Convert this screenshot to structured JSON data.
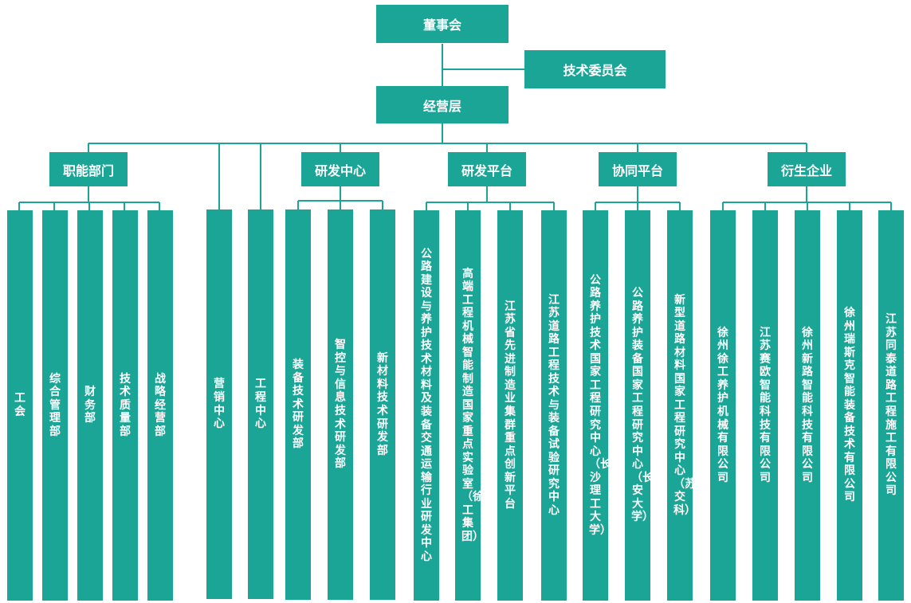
{
  "colors": {
    "box_fill": "#1aa596",
    "box_text": "#ffffff",
    "connector": "#1aa596"
  },
  "board": "董事会",
  "tech_committee": "技术委员会",
  "management": "经营层",
  "functional": {
    "label": "职能部门",
    "items": [
      "工会",
      "综合管理部",
      "财务部",
      "技术质量部",
      "战略经营部"
    ]
  },
  "standalone": [
    "营销中心",
    "工程中心"
  ],
  "rd_center": {
    "label": "研发中心",
    "items": [
      "装备技术研发部",
      "智控与信息技术研发部",
      "新材料技术研发部"
    ]
  },
  "rd_platform": {
    "label": "研发平台",
    "items": [
      "公路建设与养护技术材料及装备交通运输行业研发中心",
      "高端工程机械智能制造国家重点实验室（徐工集团）",
      "江苏省先进制造业集群重点创新平台",
      "江苏道路工程技术与装备试验研究中心"
    ]
  },
  "coop_platform": {
    "label": "协同平台",
    "items": [
      "公路养护技术国家工程研究中心（长沙理工大学）",
      "公路养护装备国家工程研究中心（长安大学）",
      "新型道路材料国家工程研究中心（苏交科）"
    ]
  },
  "derived": {
    "label": "衍生企业",
    "items": [
      "徐州徐工养护机械有限公司",
      "江苏赛欧智能科技有限公司",
      "徐州新路智能科技有限公司",
      "徐州瑞斯克智能装备技术有限公司",
      "江苏同泰道路工程施工有限公司"
    ]
  }
}
